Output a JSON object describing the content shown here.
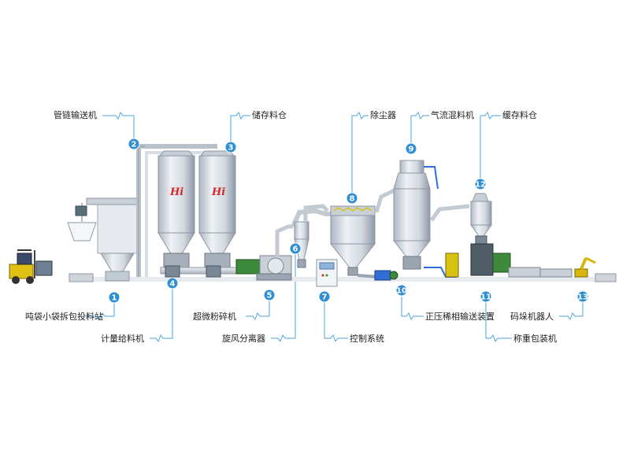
{
  "colors": {
    "leader": "#4aa3df",
    "badge": "#2f8fd0",
    "tank": "#d7dde4",
    "tank_shade": "#9aa5b1",
    "pipe": "#c8ced6",
    "equipment_green": "#3d8a3d",
    "equipment_yellow": "#d9c20f",
    "logo": "#d22a2a"
  },
  "labels": [
    {
      "num": "1",
      "text": "吨袋小袋拆包投料站"
    },
    {
      "num": "2",
      "text": "管链输送机"
    },
    {
      "num": "3",
      "text": "储存料仓"
    },
    {
      "num": "4",
      "text": "计量给料机"
    },
    {
      "num": "5",
      "text": "超微粉碎机"
    },
    {
      "num": "6",
      "text": "旋风分离器"
    },
    {
      "num": "7",
      "text": "控制系统"
    },
    {
      "num": "8",
      "text": "除尘器"
    },
    {
      "num": "9",
      "text": "气流混料机"
    },
    {
      "num": "10",
      "text": "正压稀相输送装置"
    },
    {
      "num": "11",
      "text": "称重包装机"
    },
    {
      "num": "12",
      "text": "缓存料仓"
    },
    {
      "num": "13",
      "text": "码垛机器人"
    }
  ],
  "icons": {
    "forklift": "forklift-icon",
    "robot_arm": "robot-arm-icon",
    "logo": "company-logo-icon"
  }
}
